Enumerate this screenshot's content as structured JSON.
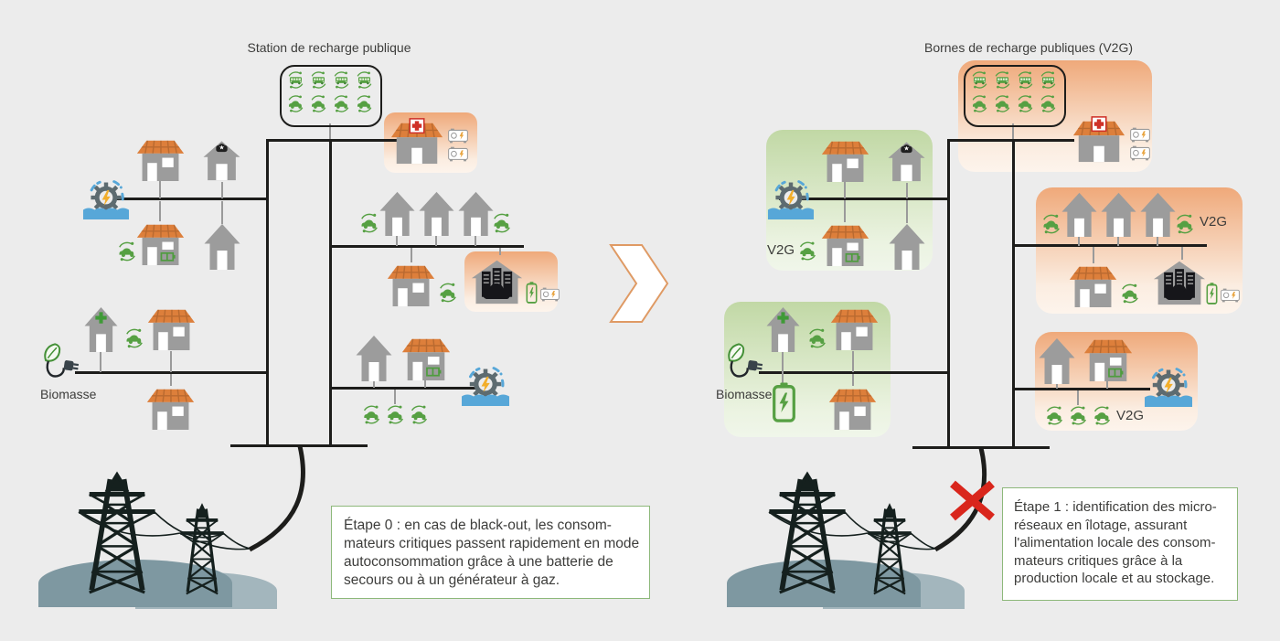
{
  "left": {
    "station_label": "Station de recharge publique",
    "biomasse_label": "Biomasse",
    "caption": "Étape 0 : en cas de black-out, les consom-\nmateurs critiques passent rapidement en mode\nautoconsommation grâce à une batterie de\nsecours ou à un générateur à gaz."
  },
  "right": {
    "station_label": "Bornes de recharge publiques (V2G)",
    "biomasse_label": "Biomasse",
    "v2g": [
      "V2G",
      "V2G",
      "V2G"
    ],
    "caption": "Étape 1 : identification des micro-\nréseaux en îlotage, assurant\nl'alimentation locale des consom-\nmateurs critiques grâce à la\nproduction locale et au stockage."
  },
  "colors": {
    "background": "#ececec",
    "power_line_black": "#1d1d1b",
    "service_line_gray": "#9a9a9a",
    "accent_orange": "#dd7f3b",
    "zone_orange_top": "#efa97a",
    "zone_green_top": "#c1d8a5",
    "ev_green": "#56a043",
    "water_blue": "#57a7d8",
    "alert_red": "#d9261c",
    "caption_border_green": "#8db87a",
    "text": "#3d3d3b",
    "lightning_yellow": "#f2ae2a",
    "hill_dark": "#7e98a1",
    "hill_light": "#a3b6bd"
  },
  "icons": {
    "ev-car-icon": "electric car in circular charge arrows",
    "ev-bus-icon": "electric bus in circular charge arrows",
    "solar-house-icon": "house with rooftop solar panels",
    "solar-battery-house-icon": "solar house with home battery",
    "small-house-icon": "plain house",
    "police-house-icon": "house with police badge",
    "cross-house-icon": "house with green medical cross",
    "hospital-icon": "hospital with red cross and solar roof",
    "datacenter-icon": "data center with servers and cloud",
    "hydro-turbine-icon": "turbine gear with lightning on water",
    "biomasse-icon": "leaf with power plug",
    "battery-icon": "backup battery with lightning",
    "generator-icon": "gas backup generator",
    "pylon-icon": "high-voltage transmission tower",
    "chevron-icon": "transition arrow",
    "disconnect-x-icon": "grid disconnection cross"
  }
}
